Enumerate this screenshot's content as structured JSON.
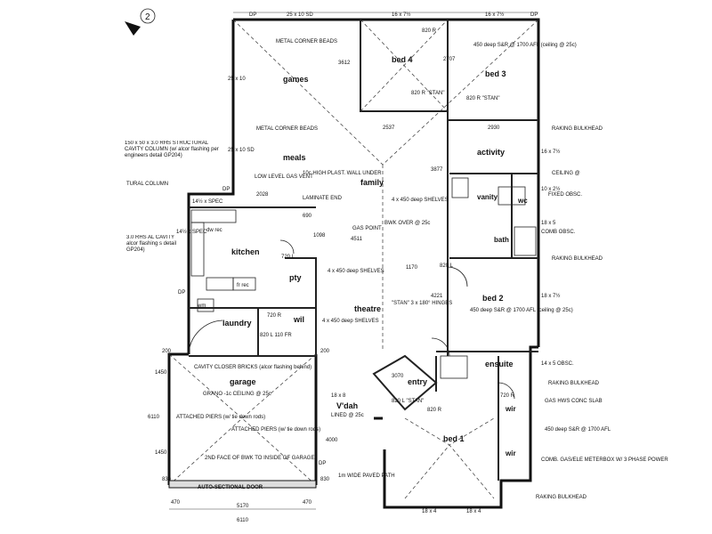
{
  "sheet": {
    "number": "2"
  },
  "rooms": {
    "games": "games",
    "meals": "meals",
    "bed4": "bed 4",
    "bed3": "bed 3",
    "activity": "activity",
    "family": "family",
    "kitchen": "kitchen",
    "pty": "pty",
    "laundry": "laundry",
    "wil": "wil",
    "theatre": "theatre",
    "bed2": "bed 2",
    "ensuite": "ensuite",
    "entry": "entry",
    "garage": "garage",
    "vdah": "V'dah",
    "bed1": "bed 1",
    "vanity": "vanity",
    "wc": "wc",
    "bath": "bath",
    "wir": "wir",
    "wir2": "wir",
    "wm": "wm",
    "frrec": "fr rec",
    "dwrec": "dw rec"
  },
  "notes": {
    "metal_corner_beads_1": "METAL CORNER BEADS",
    "metal_corner_beads_2": "METAL CORNER BEADS",
    "low_level_gas_vent": "LOW LEVEL GAS VENT",
    "high_plast": "10c HIGH PLAST. WALL UNDER",
    "laminate_end": "LAMINATE END",
    "structural_column_1": "150 x 50 x 3.0 RHS STRUCTURAL CAVITY COLUMN (w/ alcor flashing per engineers detail GP204)",
    "structural_column_2": "TURAL COLUMN",
    "structural_column_3": "3.0 RHS AL CAVITY alcor flashing s detail GP204)",
    "bwk_over": "BWK OVER @ 25c",
    "gas_point": "GAS POINT",
    "shelves_1": "4 x 450 deep SHELVES",
    "shelves_2": "4 x 450 deep SHELVES",
    "shelves_3": "4 x 450 deep SHELVES",
    "stan_hinges": "\"STAN\" 3 x 180° HINGES",
    "sr_1": "450 deep S&R @ 1700 AFL (ceiling @ 25c)",
    "sr_2": "450 deep S&R @ 1700 AFL (ceiling @ 25c)",
    "sr_3": "450 deep S&R @ 1700 AFL",
    "raking_1": "RAKING BULKHEAD",
    "raking_2": "RAKING BULKHEAD",
    "raking_3": "RAKING BULKHEAD",
    "raking_4": "RAKING BULKHEAD",
    "ceiling_at": "CEILING @",
    "cavity_closer": "CAVITY CLOSER BRICKS (alcor flashing behind)",
    "garage_ceiling": "GRANO -1c CEILING @ 25c",
    "attached_piers_1": "ATTACHED PIERS (w/ tie down rods)",
    "attached_piers_2": "ATTACHED PIERS (w/ tie down rods)",
    "second_face": "2ND FACE OF BWK TO INSIDE OF GARAGE",
    "auto_door": "AUTO-SECTIONAL DOOR",
    "paved_path": "1m WIDE PAVED PATH",
    "lined": "LINED @ 25c",
    "gas_hws": "GAS HWS CONC SLAB",
    "comb_gas": "COMB. GAS/ELE METERBOX W/ 3 PHASE POWER",
    "fixed_obsc": "FIXED OBSC.",
    "comb_obsc": "COMB OBSC.",
    "obsc": "14 x 5 OBSC.",
    "spec": "14½ x SPEC",
    "spec2": "14½ x SPEC",
    "lfr": "820 L 110 FR",
    "vdah_size": "18 x 8"
  },
  "dims": {
    "top_a": "25 x 10 SD",
    "top_b": "16 x 7½",
    "top_c": "16 x 7½",
    "left_a": "25 x 10",
    "left_b": "25 x 10 SD",
    "bottom_a": "5170",
    "bottom_b": "6110",
    "bottom_c": "470",
    "bottom_d": "470",
    "bottom_e": "18 x 4",
    "bottom_f": "18 x 4",
    "garage_h": "6110",
    "garage_h2": "1450",
    "garage_h3": "1450",
    "d3612": "3612",
    "d2707": "2707",
    "d2537": "2537",
    "d2930": "2930",
    "d3877": "3877",
    "d4511": "4511",
    "d4221": "4221",
    "d2028": "2028",
    "d1170": "1170",
    "d1098": "1098",
    "d690": "690",
    "d4000": "4000",
    "d3070": "3070",
    "d820r_1": "820 R",
    "d820r_2": "820 R \"STAN\"",
    "d820r_3": "820 R \"STAN\"",
    "d820r_4": "820 R",
    "d820l_1": "820 L",
    "d820l_2": "820 L \"STAN\"",
    "d720": "720 R",
    "d720_2": "720 L",
    "d720_3": "720 R",
    "dp_1": "DP",
    "dp_2": "DP",
    "dp_3": "DP",
    "dp_4": "DP",
    "dp_5": "DP",
    "side_a": "16 x 7½",
    "side_b": "10 x 2½",
    "side_c": "18 x 5",
    "side_d": "18 x 7½",
    "seg_1": "830",
    "seg_2": "830",
    "seg_3": "200",
    "seg_4": "200"
  }
}
